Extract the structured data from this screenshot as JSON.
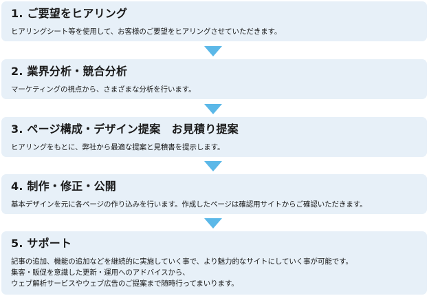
{
  "steps": [
    {
      "title": "1. ご要望をヒアリング",
      "description": [
        "ヒアリングシート等を使用して、お客様のご要望をヒアリングさせていただきます。"
      ]
    },
    {
      "title": "2. 業界分析・競合分析",
      "description": [
        "マーケティングの視点から、さまざまな分析を行います。"
      ]
    },
    {
      "title": "3. ページ構成・デザイン提案　お見積り提案",
      "description": [
        "ヒアリングをもとに、弊社から最適な提案と見積書を提示します。"
      ]
    },
    {
      "title": "4. 制作・修正・公開",
      "description": [
        "基本デザインを元に各ページの作り込みを行います。作成したページは確認用サイトからご確認いただきます。"
      ]
    },
    {
      "title": "5. サポート",
      "description": [
        "記事の追加、機能の追加などを継続的に実施していく事で、より魅力的なサイトにしていく事が可能です。",
        "集客・販促を意識した更新・運用へのアドバイスから、",
        "ウェブ解析サービスやウェブ広告のご提案まで随時行ってまいります。"
      ]
    }
  ],
  "colors": {
    "box_background": "#e7f0f8",
    "arrow": "#5bb8e8",
    "text": "#1a1a1a"
  }
}
